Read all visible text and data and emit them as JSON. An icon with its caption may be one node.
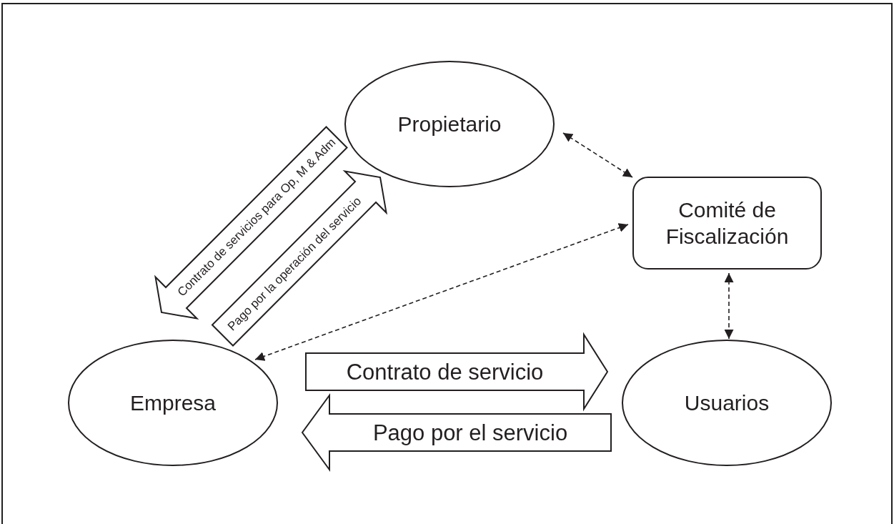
{
  "diagram": {
    "nodes": [
      {
        "text": [
          "Propietario"
        ]
      },
      {
        "text": [
          "Comité de Fiscalización"
        ]
      },
      {
        "text": [
          "Empresa"
        ]
      },
      {
        "text": [
          "Usuarios"
        ]
      }
    ],
    "edges": [
      {
        "from": 0,
        "to": 2,
        "arrow": "to",
        "label": "Contrato de servicios para Op, M & Adm",
        "style": "thick"
      },
      {
        "from": 2,
        "to": 0,
        "arrow": "to",
        "label": "Pago por la operación del servicio",
        "style": "thick"
      },
      {
        "from": 0,
        "to": 1,
        "arrow": "both",
        "style": "dashed"
      },
      {
        "from": 1,
        "to": 2,
        "arrow": "both",
        "style": "dashed"
      },
      {
        "from": 2,
        "to": 3,
        "arrow": "to",
        "label": "Contrato de servicio",
        "style": "thick"
      },
      {
        "from": 3,
        "to": 2,
        "arrow": "to",
        "label": "Pago por el servicio",
        "style": "thick"
      },
      {
        "from": 1,
        "to": 3,
        "arrow": "both",
        "style": "dashed"
      }
    ]
  }
}
